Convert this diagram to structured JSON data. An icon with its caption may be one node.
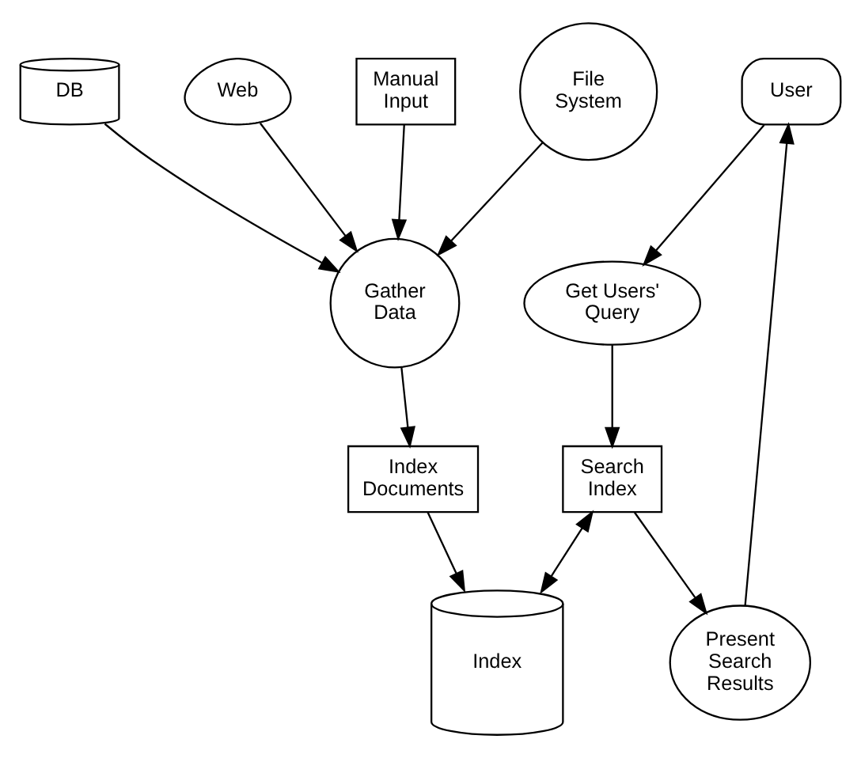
{
  "diagram": {
    "nodes": [
      {
        "text": [
          "DB"
        ]
      },
      {
        "text": [
          "Web"
        ]
      },
      {
        "text": [
          "Manual Input"
        ]
      },
      {
        "text": [
          "File System"
        ]
      },
      {
        "text": [
          "Gather Data"
        ]
      },
      {
        "text": [
          "User"
        ]
      },
      {
        "text": [
          "Get Users' Query"
        ]
      },
      {
        "text": [
          "Present Search Results"
        ]
      },
      {
        "text": [
          "Index Documents"
        ]
      },
      {
        "text": [
          "Search Index"
        ]
      },
      {
        "text": [
          "Index"
        ]
      }
    ],
    "edges": [
      {
        "from": 0,
        "to": 4,
        "arrow": "to"
      },
      {
        "from": 1,
        "to": 4,
        "arrow": "to"
      },
      {
        "from": 2,
        "to": 4,
        "arrow": "to"
      },
      {
        "from": 3,
        "to": 4,
        "arrow": "to"
      },
      {
        "from": 4,
        "to": 8,
        "arrow": "to"
      },
      {
        "from": 8,
        "to": 10,
        "arrow": "to"
      },
      {
        "from": 9,
        "to": 10,
        "arrow": "both"
      },
      {
        "from": 5,
        "to": 6,
        "arrow": "to"
      },
      {
        "from": 6,
        "to": 9,
        "arrow": "to"
      },
      {
        "from": 9,
        "to": 7,
        "arrow": "to"
      },
      {
        "from": 7,
        "to": 5,
        "arrow": "to"
      }
    ]
  }
}
